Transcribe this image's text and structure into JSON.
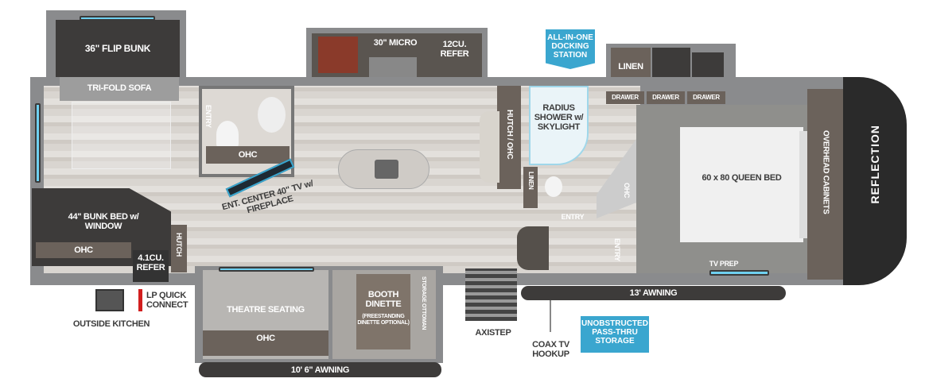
{
  "brand": "REFLECTION",
  "labels": {
    "flip_bunk": "36\" FLIP BUNK",
    "tri_fold_sofa": "TRI-FOLD SOFA",
    "micro": "30\" MICRO",
    "refer_12": "12CU. REFER",
    "docking": "ALL-IN-ONE DOCKING STATION",
    "linen_top": "LINEN",
    "drawer1": "DRAWER",
    "drawer2": "DRAWER",
    "drawer3": "DRAWER",
    "radius_shower": "RADIUS SHOWER w/ SKYLIGHT",
    "hutch_ohc": "HUTCH / OHC",
    "linen_bath": "LINEN",
    "entry_bath": "ENTRY",
    "entry_bed": "ENTRY",
    "entry_door": "ENTRY",
    "ohc_bath": "OHC",
    "ohc_bed": "OHC",
    "queen_bed": "60 x 80 QUEEN BED",
    "overhead_cabinets": "OVERHEAD CABINETS",
    "tv_prep": "TV PREP",
    "ent_center": "ENT. CENTER 40\" TV w/ FIREPLACE",
    "bunk_bed": "44\" BUNK BED w/ WINDOW",
    "ohc_bunk": "OHC",
    "refer_41": "4.1CU. REFER",
    "hutch": "HUTCH",
    "theatre": "THEATRE SEATING",
    "ohc_theatre": "OHC",
    "booth_dinette": "BOOTH DINETTE",
    "freestanding": "(FREESTANDING DINETTE OPTIONAL)",
    "storage_ottoman": "STORAGE OTTOMAN",
    "awning_10": "10' 6\" AWNING",
    "awning_13": "13' AWNING",
    "axistep": "AXISTEP",
    "coax": "COAX TV HOOKUP",
    "pass_thru": "UNOBSTRUCTED PASS-THRU STORAGE",
    "lp_quick": "LP QUICK CONNECT",
    "outside_kitchen": "OUTSIDE KITCHEN"
  },
  "colors": {
    "callout": "#3aa6cf",
    "window": "#6fd0f0",
    "lp": "#d21f1f"
  }
}
